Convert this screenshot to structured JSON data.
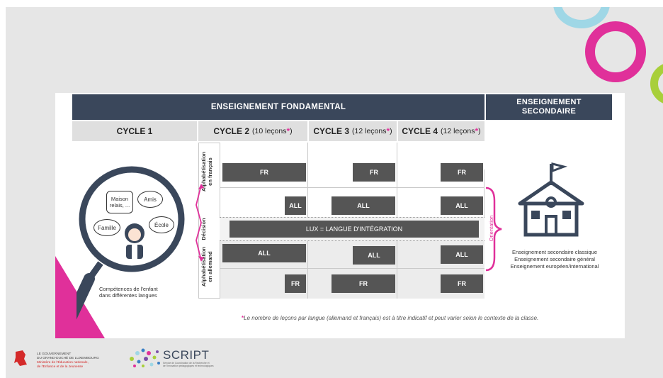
{
  "colors": {
    "navy": "#3a475b",
    "bar": "#555555",
    "magenta": "#e0309a",
    "light_blue": "#9fd7e6",
    "lime": "#a8cf3a"
  },
  "header": {
    "fondamental": "ENSEIGNEMENT FONDAMENTAL",
    "secondaire_l1": "ENSEIGNEMENT",
    "secondaire_l2": "SECONDAIRE"
  },
  "cycles": [
    {
      "label": "CYCLE 1",
      "lessons": ""
    },
    {
      "label": "CYCLE 2",
      "lessons": "(10 leçons"
    },
    {
      "label": "CYCLE 3",
      "lessons": "(12 leçons"
    },
    {
      "label": "CYCLE 4",
      "lessons": "(12 leçons"
    }
  ],
  "asterisk": "*",
  "close_paren": ")",
  "bars": {
    "fr": "FR",
    "all": "ALL",
    "lux": "LUX = LANGUE D'INTÉGRATION"
  },
  "side_labels": {
    "alpha_fr_l1": "Alphabétisation",
    "alpha_fr_l2": "en français",
    "alpha_de_l1": "Alphabétisation",
    "alpha_de_l2": "en allemand",
    "decision": "Décision",
    "orientation": "Orientation"
  },
  "bubbles": {
    "maison": "Maison relais, ...",
    "amis": "Amis",
    "famille": "Famille",
    "ecole": "École"
  },
  "caption_l1": "Compétences de l'enfant",
  "caption_l2": "dans différentes langues",
  "secondary": [
    "Enseignement secondaire classique",
    "Enseignement secondaire général",
    "Enseignement européen/international"
  ],
  "footnote": "Le nombre de leçons par langue (allemand et français) est à titre indicatif et peut varier selon le contexte de la classe.",
  "footer": {
    "gov_l1": "LE GOUVERNEMENT",
    "gov_l2": "DU GRAND-DUCHÉ DE LUXEMBOURG",
    "gov_l3": "Ministère de l'Éducation nationale,",
    "gov_l4": "de l'Enfance et de la Jeunesse",
    "script": "SCRIPT",
    "script_sub_l1": "Service de Coordination de la Recherche et",
    "script_sub_l2": "de l'Innovation pédagogiques et technologiques"
  }
}
